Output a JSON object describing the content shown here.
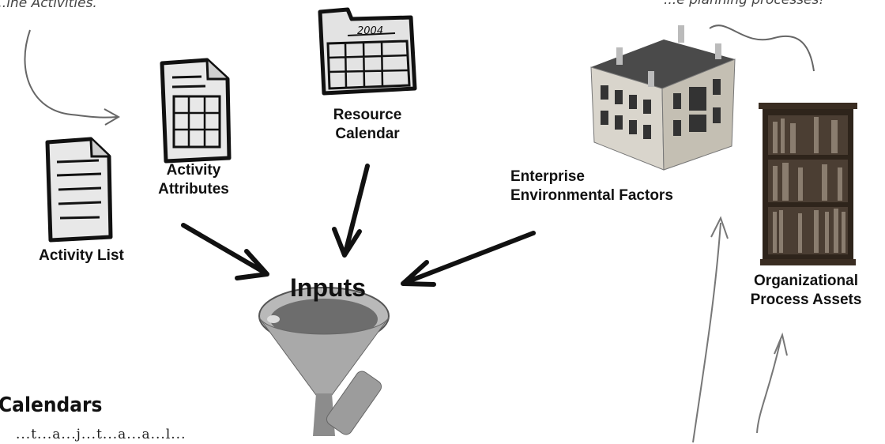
{
  "annotations": {
    "top_left": "...ine Activities.",
    "top_right": "...e planning processes!"
  },
  "labels": {
    "activity_list": "Activity List",
    "activity_attributes": "Activity\nAttributes",
    "resource_calendar": "Resource\nCalendar",
    "enterprise_factors": "Enterprise\nEnvironmental Factors",
    "org_assets": "Organizational\nProcess Assets",
    "inputs": "Inputs"
  },
  "calendar_year": "2004",
  "section_heading": "Calendars",
  "body_fragment": "...t...a...j...t...a...a...l..."
}
